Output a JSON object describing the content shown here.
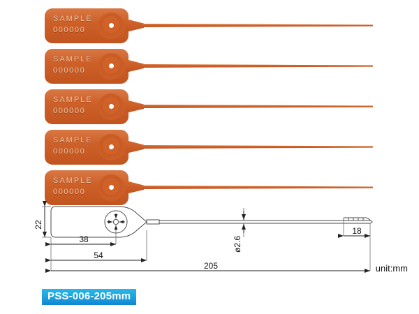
{
  "product": {
    "code_label": "PSS-006-205mm",
    "unit_note": "unit:mm",
    "seal_color": "#cd5f28",
    "label_color": "#1fa6e0",
    "rows": [
      {
        "line1": "SAMPLE",
        "line2": "000000"
      },
      {
        "line1": "SAMPLE",
        "line2": "000000"
      },
      {
        "line1": "SAMPLE",
        "line2": "000000"
      },
      {
        "line1": "SAMPLE",
        "line2": "000000"
      },
      {
        "line1": "SAMPLE",
        "line2": "000000"
      }
    ]
  },
  "drawing": {
    "dimensions": {
      "height": "22",
      "hole_to_edge": "38",
      "head_length": "54",
      "tail_diameter": "ø2.6",
      "tail_tip": "18",
      "total_length": "205"
    }
  }
}
